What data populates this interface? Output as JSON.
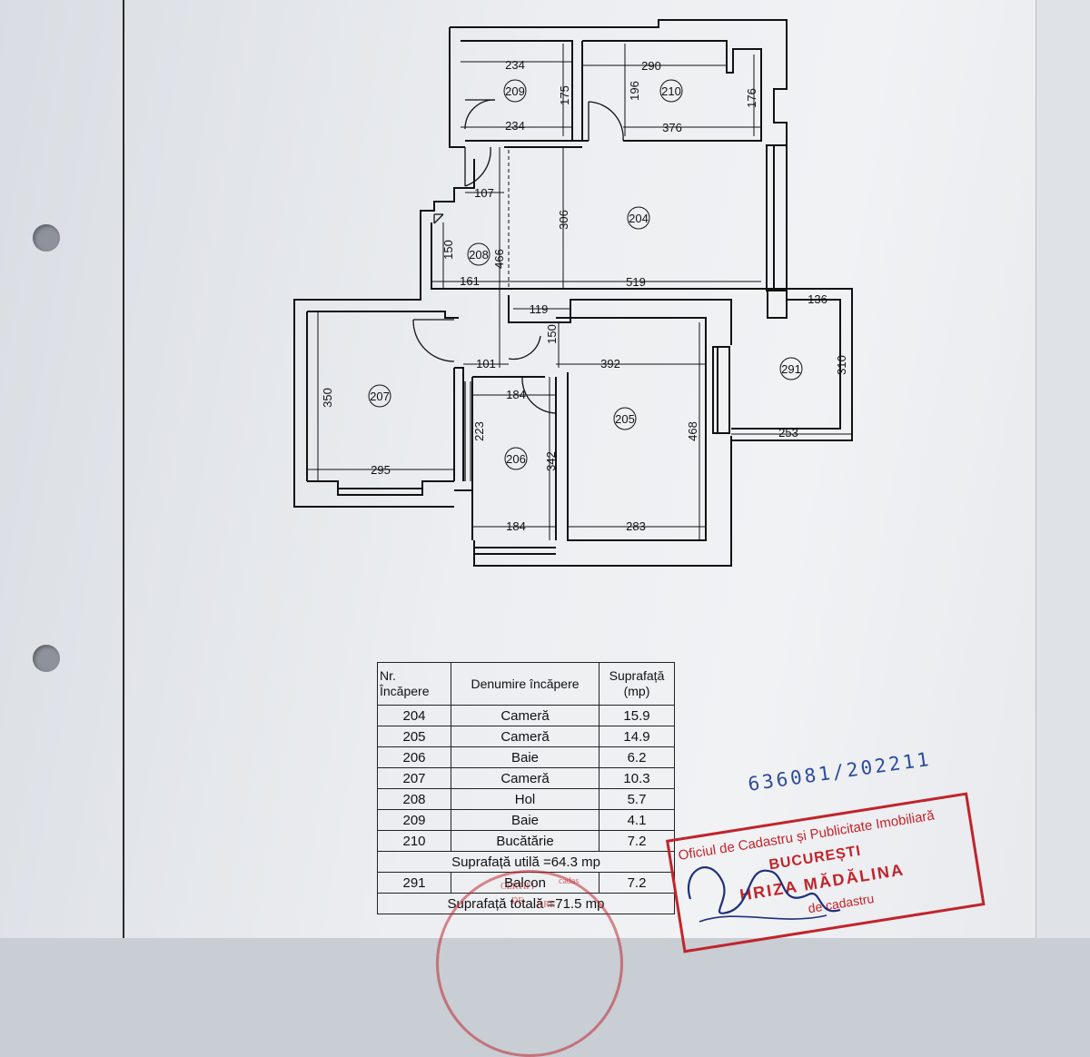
{
  "plan": {
    "rooms": [
      "204",
      "205",
      "206",
      "207",
      "208",
      "209",
      "210",
      "291"
    ],
    "dimensions": [
      "234",
      "175",
      "234",
      "290",
      "196",
      "176",
      "376",
      "107",
      "306",
      "150",
      "466",
      "161",
      "519",
      "136",
      "119",
      "150",
      "101",
      "392",
      "310",
      "253",
      "184",
      "350",
      "223",
      "342",
      "468",
      "295",
      "184",
      "283"
    ]
  },
  "table": {
    "headers": {
      "nr_line1": "Nr.",
      "nr_line2": "Încăpere",
      "name": "Denumire încăpere",
      "area_line1": "Suprafață",
      "area_line2": "(mp)"
    },
    "rows": [
      {
        "nr": "204",
        "name": "Cameră",
        "area": "15.9"
      },
      {
        "nr": "205",
        "name": "Cameră",
        "area": "14.9"
      },
      {
        "nr": "206",
        "name": "Baie",
        "area": "6.2"
      },
      {
        "nr": "207",
        "name": "Cameră",
        "area": "10.3"
      },
      {
        "nr": "208",
        "name": "Hol",
        "area": "5.7"
      },
      {
        "nr": "209",
        "name": "Baie",
        "area": "4.1"
      },
      {
        "nr": "210",
        "name": "Bucătărie",
        "area": "7.2"
      }
    ],
    "useful_area": "Suprafață utilă =64.3 mp",
    "balcony": {
      "nr": "291",
      "name": "Balcon",
      "area": "7.2"
    },
    "total_area": "Suprafață totală =71.5 mp"
  },
  "stamp": {
    "registration_number": "636081/202211",
    "office_line": "Oficiul de Cadastru și Publicitate Imobiliară",
    "city": "BUCUREȘTI",
    "name": "HRIZA MĂDĂLINA",
    "role": "de cadastru",
    "round_text_1": "CERTIFI",
    "round_text_2": "DE",
    "round_text_3": "ARE",
    "round_text_4": "cadas"
  },
  "colors": {
    "ink": "#111111",
    "stamp_red": "#c0242b",
    "stamp_blue": "#2b4a9a"
  }
}
